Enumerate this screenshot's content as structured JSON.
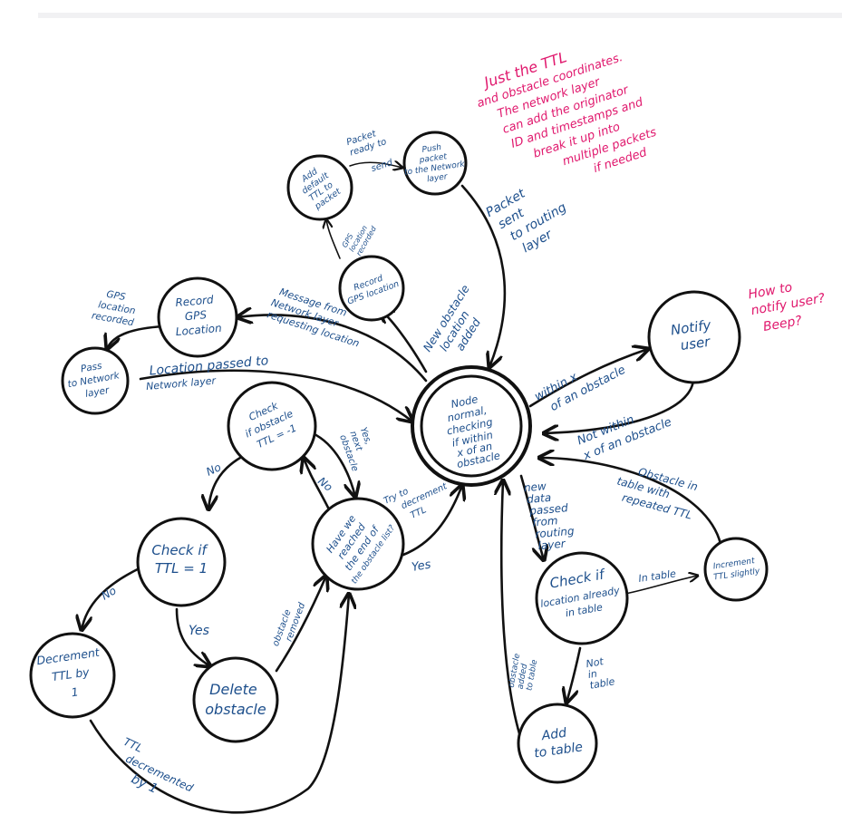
{
  "colors": {
    "ink": "#1d4f8c",
    "note": "#e0186d",
    "stroke": "#111111",
    "background": "#ffffff"
  },
  "nodes": {
    "center": [
      "Node",
      "normal,",
      "checking",
      "if within",
      "x of an",
      "obstacle"
    ],
    "add_ttl": [
      "Add",
      "default",
      "TTL to",
      "packet"
    ],
    "push_packet": [
      "Push",
      "packet",
      "to the Network",
      "layer"
    ],
    "record_gps_small": [
      "Record",
      "GPS location"
    ],
    "record_gps": [
      "Record",
      "GPS",
      "Location"
    ],
    "pass_network": [
      "Pass",
      "to Network",
      "layer"
    ],
    "notify_user": [
      "Notify",
      "user"
    ],
    "check_ttl_neg": [
      "Check",
      "if obstacle",
      "TTL = -1"
    ],
    "reached_end": [
      "Have we",
      "reached",
      "the end of",
      "the obstacle list?"
    ],
    "check_ttl_one": [
      "Check if",
      "TTL = 1"
    ],
    "decrement_ttl": [
      "Decrement",
      "TTL by",
      "1"
    ],
    "delete_obstacle": [
      "Delete",
      "obstacle"
    ],
    "check_location": [
      "Check if",
      "location already",
      "in table"
    ],
    "increment_ttl": [
      "Increment",
      "TTL slightly"
    ],
    "add_table": [
      "Add",
      "to table"
    ]
  },
  "edges": {
    "packet_ready": [
      "Packet",
      "ready to",
      "send"
    ],
    "packet_sent": [
      "Packet",
      "sent",
      "to routing",
      "layer"
    ],
    "gps_recorded_small": [
      "GPS",
      "location",
      "recorded"
    ],
    "new_obstacle": [
      "New obstacle",
      "location",
      "added"
    ],
    "message_from_network": [
      "Message from",
      "Network layer",
      "requesting location"
    ],
    "gps_recorded": [
      "GPS",
      "location",
      "recorded"
    ],
    "location_passed": [
      "Location passed to",
      "Network layer"
    ],
    "within_x": [
      "within x",
      "of an obstacle"
    ],
    "not_within_x": [
      "Not within",
      "x of an obstacle"
    ],
    "obstacle_in_table": [
      "Obstacle in",
      "table with",
      "repeated TTL"
    ],
    "new_data_passed": [
      "new",
      "data",
      "passed",
      "from",
      "routing",
      "layer"
    ],
    "in_table": "In table",
    "not_in_table": [
      "Not",
      "in",
      "table"
    ],
    "obstacle_added": [
      "obstacle",
      "added",
      "to table"
    ],
    "yes_next": [
      "Yes,",
      "next",
      "obstacle"
    ],
    "no_loop": "No",
    "try_decrement": [
      "Try to",
      "decrement",
      "TTL"
    ],
    "yes_center": "Yes",
    "no_check_ttl": "No",
    "no_decrement": "No",
    "yes_delete": "Yes",
    "obstacle_removed": [
      "obstacle",
      "removed"
    ],
    "ttl_decremented": [
      "TTL",
      "decremented",
      "by 1"
    ]
  },
  "notes": {
    "ttl_note": [
      "Just the TTL",
      "and obstacle coordinates.",
      "The network layer",
      "can add the originator",
      "ID and timestamps and",
      "break it up into",
      "multiple packets",
      "if needed"
    ],
    "notify_note": [
      "How to",
      "notify user?",
      "Beep?"
    ]
  }
}
